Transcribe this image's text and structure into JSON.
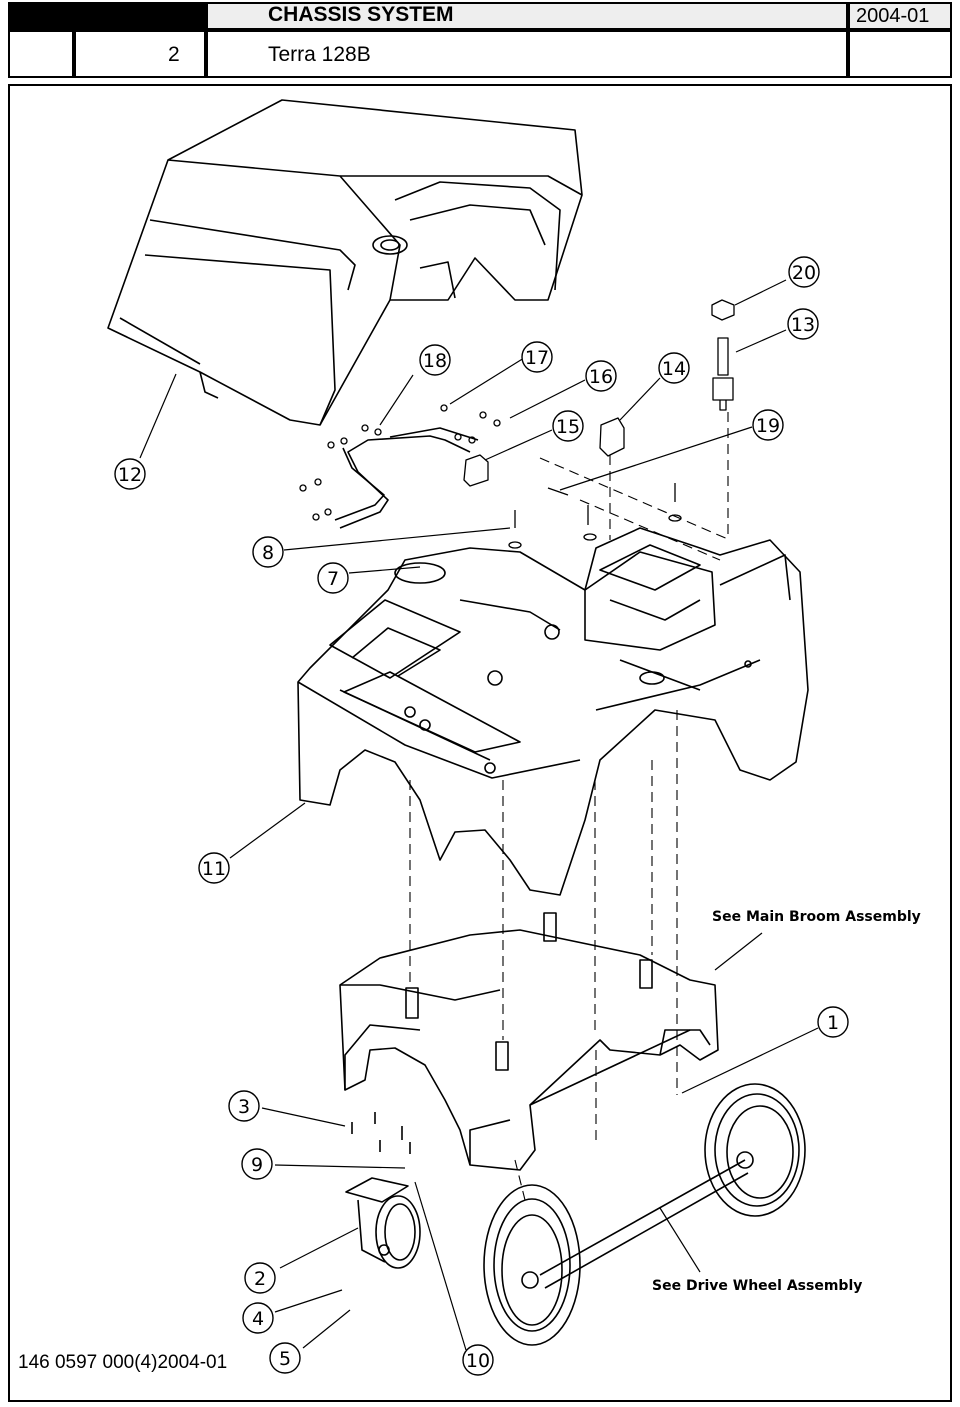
{
  "header": {
    "title": "CHASSIS SYSTEM",
    "section_number": "2",
    "model": "Terra 128B",
    "date": "2004-01"
  },
  "footer": {
    "document_number": "146 0597 000(4)2004-01"
  },
  "callouts": [
    "1",
    "2",
    "3",
    "4",
    "5",
    "7",
    "8",
    "9",
    "10",
    "11",
    "12",
    "13",
    "14",
    "15",
    "16",
    "17",
    "18",
    "19",
    "20"
  ],
  "notes": {
    "main_broom": "See Main Broom Assembly",
    "drive_wheel": "See Drive Wheel Assembly"
  }
}
